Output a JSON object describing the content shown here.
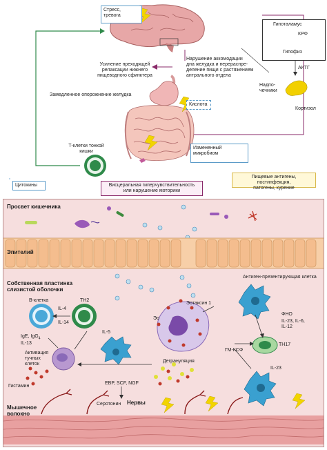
{
  "top": {
    "stress": "Стресс,\nтревога",
    "hypothalamus": "Гипоталамус",
    "krf": "КРФ",
    "pituitary": "Гипофиз",
    "actg": "АКТГ",
    "adrenal": "Надпо-\nчечники",
    "cortisol": "Кортизол",
    "relaxation": "Усиление преходящей\nрелаксации нижнего\nпищеводного сфинктера",
    "accommodation": "Нарушение аккомодации\nдна желудка и перераспре-\nделение пищи с растяжением\nантрального отдела",
    "gastric_emptying": "Замедленное опорожнение желудка",
    "acid": "Кислота",
    "tcells": "Т-клетки тонкой\nкишки",
    "microbiome": "Измененный микробиом",
    "food": "Пищевые антигены, постинфекция,\nпатогены, курение",
    "cytokines": "Цитокины",
    "visceral": "Висцеральная гиперчувствительность\nили нарушение моторики"
  },
  "bottom": {
    "lumen": "Просвет кишечника",
    "epithelium": "Эпителий",
    "lamina": "Собственная пластинка\nслизистой оболочки",
    "apc": "Антиген-презентирующая клетка",
    "bcell": "В-клетка",
    "th2": "TH2",
    "il4": "IL-4",
    "il14": "IL-14",
    "ige": "IgE, IgG",
    "ige_sub": "4",
    "il13": "IL-13",
    "mast_activation": "Активация\nтучных\nклеток",
    "il5": "IL-5",
    "eo": "Эо",
    "eotaxin": "Эотаксин 1",
    "degranulation": "Дегрануляция",
    "fno": "ФНО",
    "il23_6_12": "IL-23, IL-6,\nIL-12",
    "gmcsf": "ГМ-КСФ",
    "th17": "TH17",
    "il23": "IL-23",
    "histamine": "Гистамин",
    "ebp": "EBP, SCF, NGF",
    "serotonin": "Серотонин",
    "nerves": "Нервы",
    "muscle": "Мышечное\nволокно"
  },
  "colors": {
    "brain": "#e7a7a7",
    "bottom_panel": "#f6dede",
    "epithelium": "#f7cfa8",
    "muscle": "#e8a0a0",
    "green_arrow": "#2f8a4a",
    "purple_arrow": "#8a2a6a"
  }
}
